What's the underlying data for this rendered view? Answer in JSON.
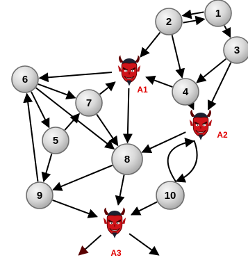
{
  "colors": {
    "edge": "#000000",
    "outgoing_edge": "#5a0000",
    "attacker_label": "#e00000",
    "devil_red": "#d0141a",
    "devil_dark": "#5e0000",
    "devil_hair": "#1c2030"
  },
  "nodes": [
    {
      "id": "1",
      "label": "1"
    },
    {
      "id": "2",
      "label": "2"
    },
    {
      "id": "3",
      "label": "3"
    },
    {
      "id": "4",
      "label": "4"
    },
    {
      "id": "6",
      "label": "6"
    },
    {
      "id": "7",
      "label": "7"
    },
    {
      "id": "5",
      "label": "5"
    },
    {
      "id": "8",
      "label": "8"
    },
    {
      "id": "9",
      "label": "9"
    },
    {
      "id": "10",
      "label": "10"
    }
  ],
  "attackers": [
    {
      "id": "A1",
      "label": "A1",
      "icon": "devil-icon"
    },
    {
      "id": "A2",
      "label": "A2",
      "icon": "devil-icon"
    },
    {
      "id": "A3",
      "label": "A3",
      "icon": "devil-icon"
    }
  ],
  "edges": [
    {
      "from": "1",
      "to": "2"
    },
    {
      "from": "2",
      "to": "1"
    },
    {
      "from": "1",
      "to": "3"
    },
    {
      "from": "2",
      "to": "4"
    },
    {
      "from": "2",
      "to": "A1"
    },
    {
      "from": "3",
      "to": "4"
    },
    {
      "from": "3",
      "to": "A2"
    },
    {
      "from": "4",
      "to": "A1"
    },
    {
      "from": "4",
      "to": "A2"
    },
    {
      "from": "A1",
      "to": "6"
    },
    {
      "from": "A1",
      "to": "8"
    },
    {
      "from": "6",
      "to": "7"
    },
    {
      "from": "6",
      "to": "5"
    },
    {
      "from": "6",
      "to": "8"
    },
    {
      "from": "7",
      "to": "A1"
    },
    {
      "from": "5",
      "to": "7"
    },
    {
      "from": "5",
      "to": "9"
    },
    {
      "from": "7",
      "to": "8"
    },
    {
      "from": "9",
      "to": "6"
    },
    {
      "from": "8",
      "to": "9"
    },
    {
      "from": "9",
      "to": "A3"
    },
    {
      "from": "8",
      "to": "A3"
    },
    {
      "from": "A2",
      "to": "8"
    },
    {
      "from": "A2",
      "to": "10"
    },
    {
      "from": "10",
      "to": "A2"
    },
    {
      "from": "10",
      "to": "A3"
    },
    {
      "from": "A3",
      "to": "out-left"
    },
    {
      "from": "A3",
      "to": "out-right"
    }
  ]
}
